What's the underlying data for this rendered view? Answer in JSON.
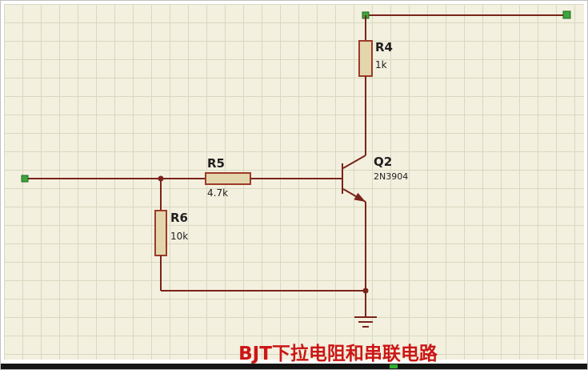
{
  "schematic": {
    "title": "BJT下拉电阻和串联电路",
    "components": {
      "r4": {
        "ref": "R4",
        "value": "1k"
      },
      "r5": {
        "ref": "R5",
        "value": "4.7k"
      },
      "r6": {
        "ref": "R6",
        "value": "10k"
      },
      "q2": {
        "ref": "Q2",
        "value": "2N3904"
      }
    },
    "colors": {
      "wire": "#7a231b",
      "component_outline": "#9e3a28",
      "component_fill": "#e3d6ad",
      "pad_green": "#3fa33f",
      "title_red": "#cc1616",
      "grid_background": "#f3f0df",
      "grid_line": "#d7d9c0"
    }
  }
}
